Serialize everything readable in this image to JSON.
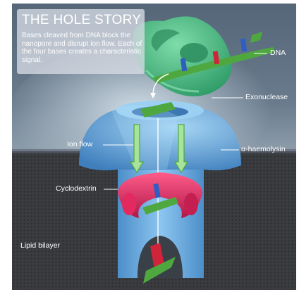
{
  "title": "THE HOLE STORY",
  "caption": "Bases cleaved from DNA block the nanopore and disrupt ion flow. Each of the four bases creates a characteristic signal.",
  "labels": {
    "dna": "DNA",
    "exonuclease": "Exonuclease",
    "ion_flow": "Ion flow",
    "alpha_haemolysin": "α-haemolysin",
    "cyclodextrin": "Cyclodextrin",
    "lipid_bilayer": "Lipid bilayer"
  },
  "colors": {
    "background_top": "#627283",
    "membrane": "#3b3d41",
    "pore": "#6fb0e4",
    "exonuclease": "#3fb47a",
    "dna_strand": "#4fa83f",
    "cyclodextrin": "#d0245a",
    "base_red": "#d0243a",
    "base_blue": "#2f5ec0"
  }
}
